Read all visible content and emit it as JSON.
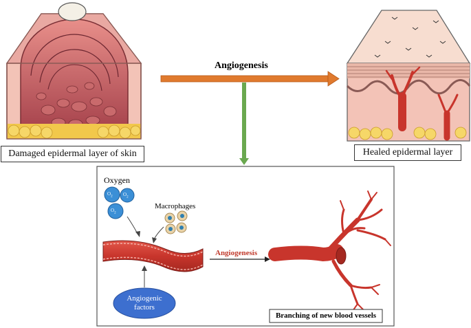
{
  "top": {
    "angiogenesis_label": "Angiogenesis",
    "damaged_caption": "Damaged epidermal layer of skin",
    "healed_caption": "Healed epidermal layer"
  },
  "panel": {
    "oxygen_label": "Oxygen",
    "o2_label": "O",
    "o2_subscript": "2",
    "macrophages_label": "Macrophages",
    "angiogenesis_label": "Angiogenesis",
    "angiogenic_factors_line1": "Angiogenic",
    "angiogenic_factors_line2": "factors",
    "branching_caption": "Branching of new blood vessels"
  },
  "colors": {
    "orange_arrow": "#e07a2e",
    "green_arrow": "#6aa84f",
    "blood_red": "#c8352c",
    "skin_pink": "#f3c3b7",
    "fat_yellow": "#f2c84b",
    "oxygen_blue": "#3b8fd6",
    "factors_blue": "#3d6fcf",
    "angio_text_red": "#c0392b"
  }
}
